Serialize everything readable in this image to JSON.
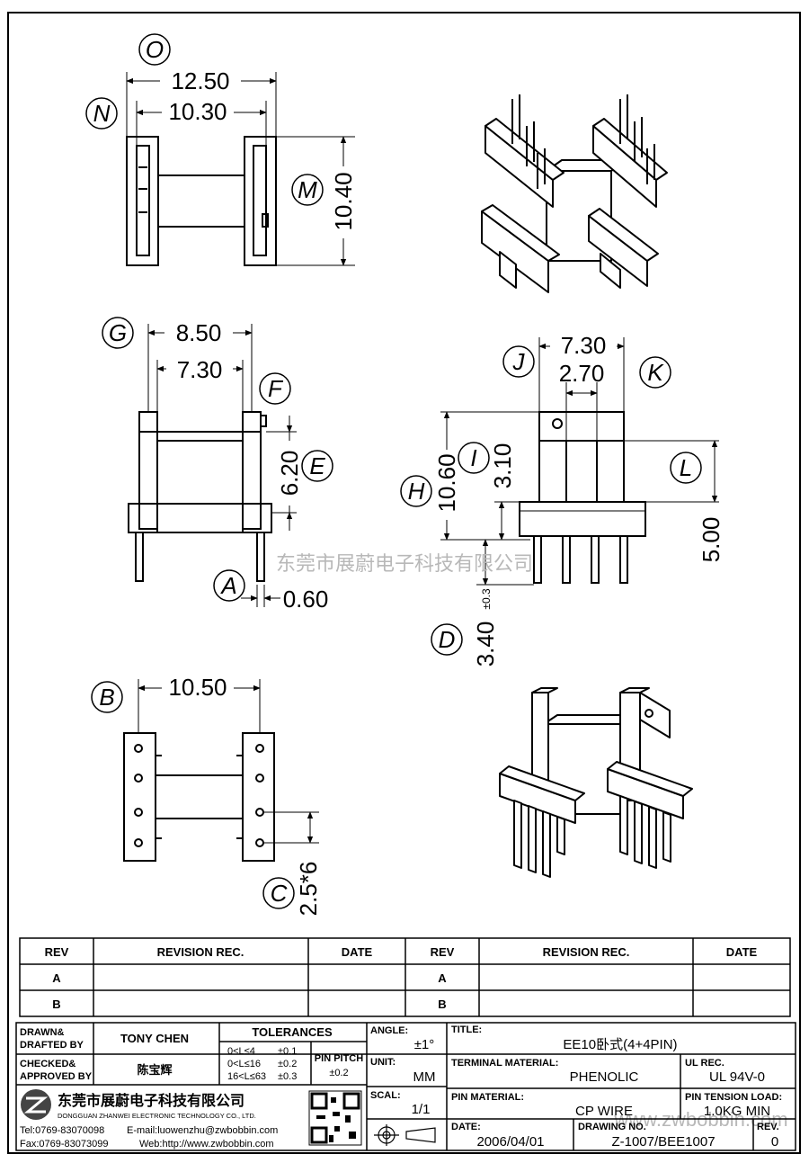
{
  "watermark": "东莞市展蔚电子科技有限公司",
  "watermark_url": "www.zwbobbin.com",
  "views": {
    "top": {
      "bubbles": {
        "O": "O",
        "N": "N",
        "M": "M"
      },
      "dims": {
        "outer_width": "12.50",
        "inner_width": "10.30",
        "height": "10.40"
      }
    },
    "front": {
      "bubbles": {
        "G": "G",
        "F": "F",
        "E": "E",
        "A": "A"
      },
      "dims": {
        "outer_width": "8.50",
        "inner_width": "7.30",
        "flange_gap": "6.20",
        "pin_dia": "0.60"
      }
    },
    "side": {
      "bubbles": {
        "J": "J",
        "K": "K",
        "I": "I",
        "H": "H",
        "L": "L",
        "D": "D"
      },
      "dims": {
        "width": "7.30",
        "slot": "2.70",
        "height": "10.60",
        "inner": "3.10",
        "pin_span": "5.00",
        "pin_len": "3.40",
        "pin_tol": "±0.3"
      }
    },
    "bottom": {
      "bubbles": {
        "B": "B",
        "C": "C"
      },
      "dims": {
        "row_span": "10.50",
        "pitch": "2.5*6"
      }
    }
  },
  "revision_table": {
    "headers": [
      "REV",
      "REVISION REC.",
      "DATE",
      "REV",
      "REVISION REC.",
      "DATE"
    ],
    "rows": [
      [
        "A",
        "",
        "",
        "A",
        "",
        ""
      ],
      [
        "B",
        "",
        "",
        "B",
        "",
        ""
      ]
    ]
  },
  "title_block": {
    "drawn_label": "DRAWN&",
    "drafted_label": "DRAFTED BY",
    "drawn_by": "TONY CHEN",
    "checked_label": "CHECKED&",
    "approved_label": "APPROVED BY",
    "approved_by": "陈宝辉",
    "tolerances_label": "TOLERANCES",
    "tol_rows": [
      [
        "0<L≤4",
        "±0.1"
      ],
      [
        "0<L≤16",
        "±0.2"
      ],
      [
        "16<L≤63",
        "±0.3"
      ]
    ],
    "pin_pitch_label": "PIN PITCH",
    "pin_pitch_value": "±0.2",
    "angle_label": "ANGLE:",
    "angle_value": "±1°",
    "unit_label": "UNIT:",
    "unit_value": "MM",
    "scale_label": "SCAL:",
    "scale_value": "1/1",
    "title_label": "TITLE:",
    "title_value": "EE10卧式(4+4PIN)",
    "terminal_label": "TERMINAL MATERIAL:",
    "terminal_value": "PHENOLIC",
    "ul_label": "UL REC.",
    "ul_value": "UL 94V-0",
    "pin_material_label": "PIN MATERIAL:",
    "pin_material_value": "CP WIRE",
    "tension_label": "PIN TENSION LOAD:",
    "tension_value": "1.0KG MIN",
    "date_label": "DATE:",
    "date_value": "2006/04/01",
    "drawing_no_label": "DRAWING NO.",
    "drawing_no_value": "Z-1007/BEE1007",
    "rev_label": "REV.",
    "rev_value": "0",
    "company_cn": "东莞市展蔚电子科技有限公司",
    "company_en": "DONGGUAN ZHANWEI ELECTRONIC TECHNOLOGY CO., LTD.",
    "tel": "Tel:0769-83070098",
    "email": "E-mail:luowenzhu@zwbobbin.com",
    "fax": "Fax:0769-83073099",
    "web": "Web:http://www.zwbobbin.com"
  }
}
